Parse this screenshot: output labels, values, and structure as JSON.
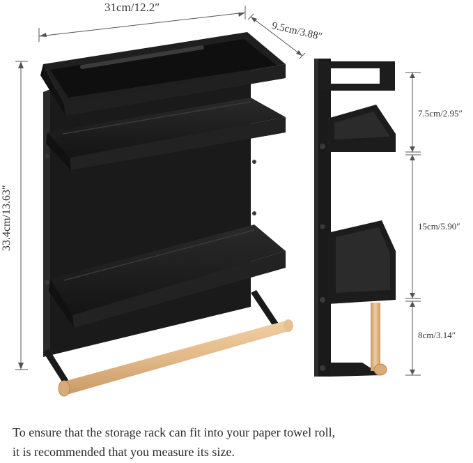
{
  "dimensions": {
    "width": "31cm/12.2″",
    "depth": "9.5cm/3.88″",
    "height": "33.4cm/13.63″",
    "gap_top": "7.5cm/2.95″",
    "gap_middle": "15cm/5.90″",
    "gap_bottom": "8cm/3.14″"
  },
  "caption": {
    "line1": "To ensure that the storage rack can fit into your paper towel roll,",
    "line2": "it is recommended that you measure its size."
  },
  "colors": {
    "rack": "#1b1b1b",
    "rack_edge": "#3a3a3a",
    "wood": "#e2b988",
    "dimension_line": "#555555"
  }
}
